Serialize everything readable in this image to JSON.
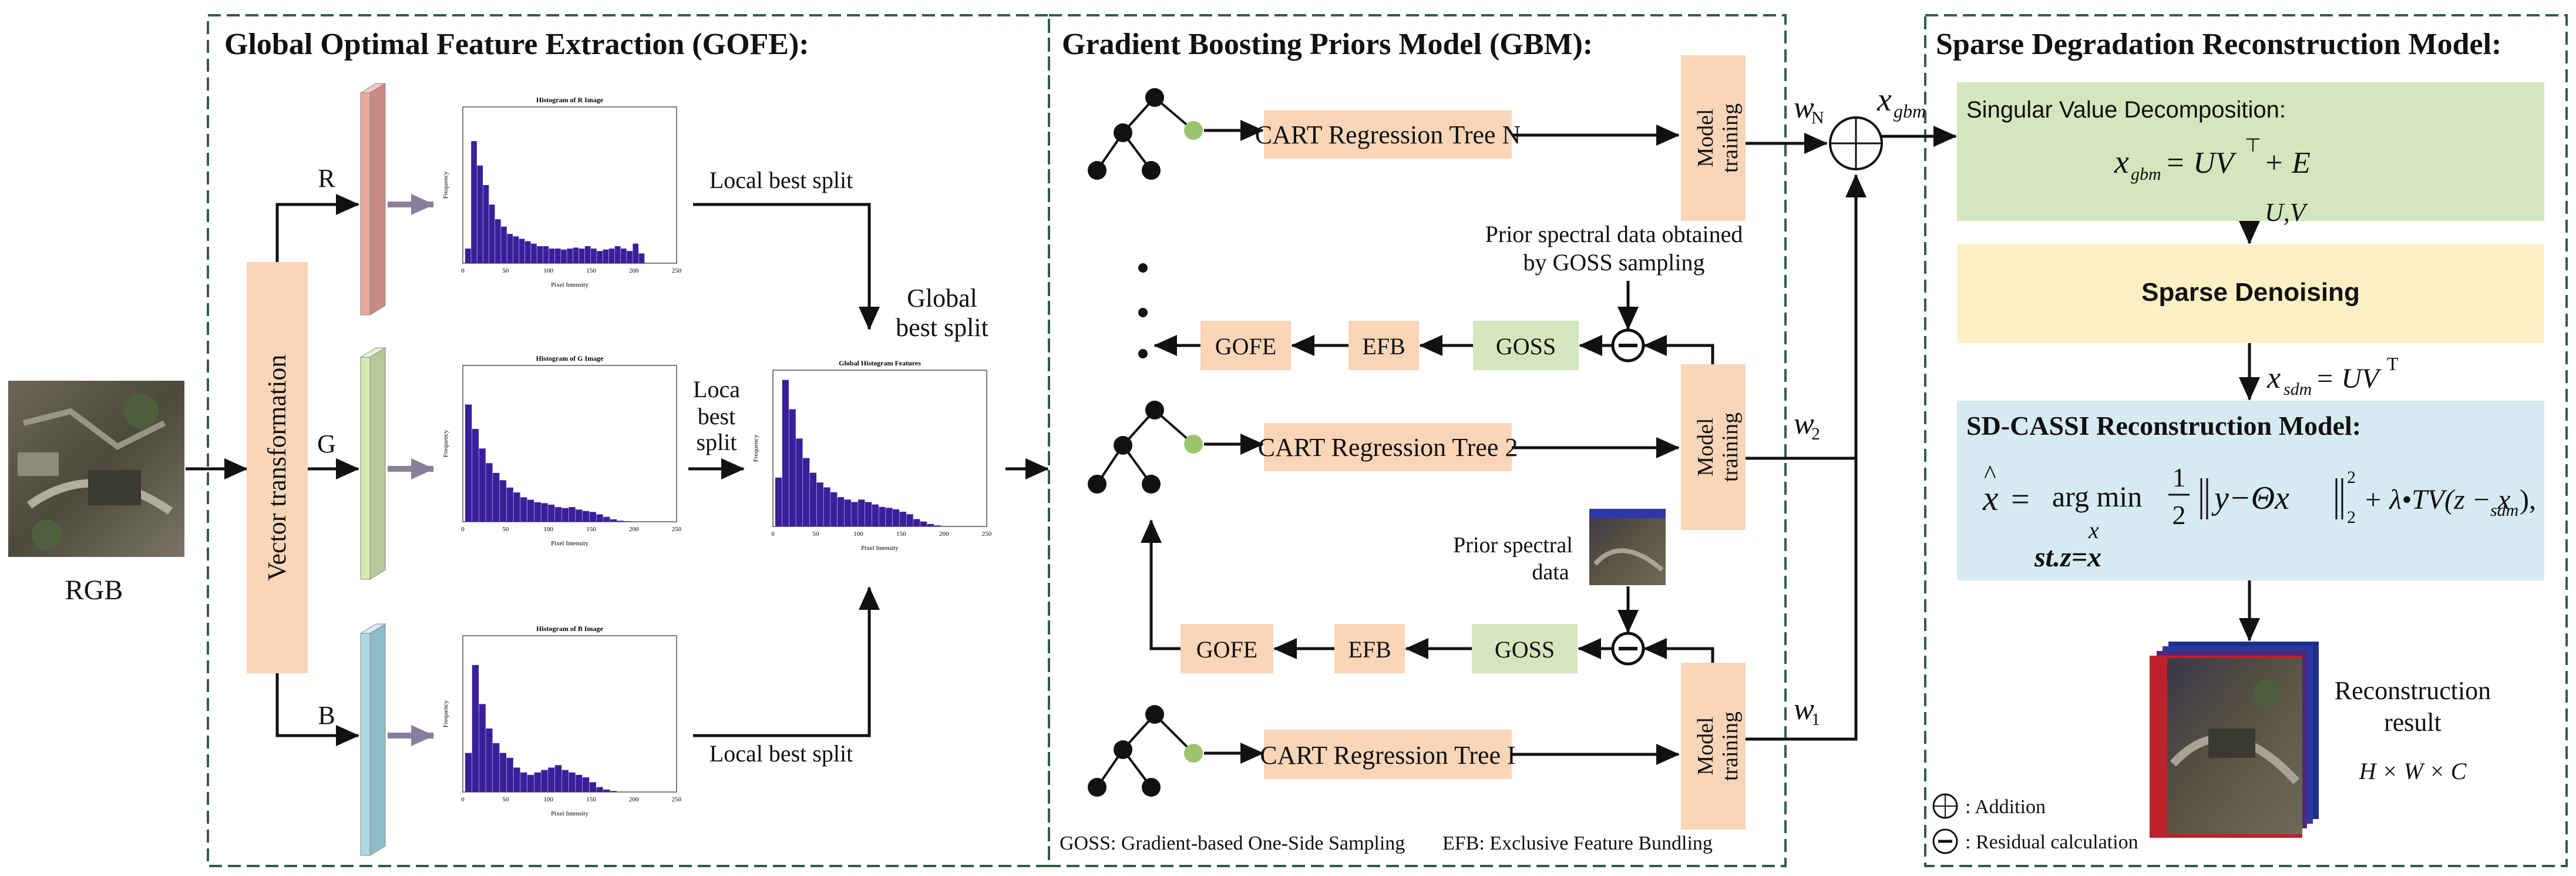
{
  "panels": {
    "gofe_title": "Global Optimal Feature Extraction (GOFE):",
    "gbm_title": "Gradient Boosting Priors Model (GBM):",
    "sdr_title": "Sparse Degradation Reconstruction Model:"
  },
  "gofe": {
    "input_label": "RGB",
    "vector_label": "Vector transformation",
    "channels": [
      "R",
      "G",
      "B"
    ],
    "local_split_top": "Local best split",
    "local_split_bottom": "Local best split",
    "loca_best_split": [
      "Loca",
      "best",
      "split"
    ],
    "global_best_split": [
      "Global",
      "best split"
    ],
    "hist_r": {
      "title": "Histogram of R Image",
      "ylabel": "Frequency",
      "xlabel": "Pixel Intensity",
      "ticks_x": [
        "0",
        "50",
        "100",
        "150",
        "200",
        "250"
      ],
      "values": [
        0.3,
        2.5,
        2.0,
        1.6,
        1.2,
        0.9,
        0.75,
        0.6,
        0.55,
        0.5,
        0.45,
        0.4,
        0.35,
        0.35,
        0.3,
        0.3,
        0.28,
        0.3,
        0.32,
        0.3,
        0.35,
        0.3,
        0.25,
        0.28,
        0.3,
        0.35,
        0.3,
        0.25,
        0.4,
        0.2
      ]
    },
    "hist_g": {
      "title": "Histogram of G Image",
      "ylabel": "Frequency",
      "xlabel": "Pixel Intensity",
      "ticks_x": [
        "0",
        "50",
        "100",
        "150",
        "200",
        "250"
      ],
      "values": [
        2.4,
        1.9,
        1.5,
        1.2,
        1.0,
        0.85,
        0.7,
        0.6,
        0.5,
        0.45,
        0.4,
        0.38,
        0.35,
        0.3,
        0.28,
        0.3,
        0.25,
        0.22,
        0.2,
        0.15,
        0.1,
        0.05,
        0.02,
        0.01,
        0,
        0
      ]
    },
    "hist_b": {
      "title": "Histogram of B Image",
      "ylabel": "Frequency",
      "xlabel": "Pixel Intensity",
      "ticks_x": [
        "0",
        "50",
        "100",
        "150",
        "200",
        "250"
      ],
      "values": [
        0.8,
        2.6,
        1.8,
        1.3,
        1.0,
        0.8,
        0.7,
        0.5,
        0.4,
        0.35,
        0.4,
        0.45,
        0.5,
        0.55,
        0.45,
        0.4,
        0.35,
        0.3,
        0.2,
        0.1,
        0.05,
        0.02,
        0,
        0,
        0,
        0
      ]
    },
    "hist_global": {
      "title": "Global Histogram Features",
      "ylabel": "Frequency",
      "xlabel": "Pixel Intensity",
      "ticks_x": [
        "0",
        "50",
        "100",
        "150",
        "200",
        "250"
      ],
      "values": [
        1.0,
        3.0,
        2.4,
        1.8,
        1.4,
        1.1,
        0.9,
        0.8,
        0.7,
        0.6,
        0.55,
        0.5,
        0.55,
        0.5,
        0.45,
        0.4,
        0.38,
        0.35,
        0.3,
        0.25,
        0.15,
        0.1,
        0.05,
        0.02,
        0,
        0
      ]
    }
  },
  "gbm": {
    "tree_n": "CART Regression Tree N",
    "tree_2": "CART Regression Tree 2",
    "tree_1": "CART Regression Tree I",
    "model_training": [
      "Model",
      "training"
    ],
    "prior_goss": [
      "Prior spectral data obtained",
      "by GOSS sampling"
    ],
    "prior_spectral": [
      "Prior spectral",
      "data"
    ],
    "gofe": "GOFE",
    "efb": "EFB",
    "goss": "GOSS",
    "w_n": "w",
    "w_n_sub": "N",
    "w_2": "w",
    "w_2_sub": "2",
    "w_1": "w",
    "w_1_sub": "1",
    "x_gbm": "x",
    "x_gbm_sub": "gbm",
    "legend_goss": "GOSS: Gradient-based One-Side Sampling",
    "legend_efb": "EFB: Exclusive Feature Bundling"
  },
  "sdr": {
    "svd_title": "Singular Value Decomposition:",
    "svd_eq_lhs": "x",
    "svd_eq_sub": "gbm",
    "svd_eq_rhs": " = UV",
    "svd_eq_tail": " + E",
    "svd_eq_sup": "⊤",
    "uv_label": "U,V",
    "sparse_title": "Sparse Denoising",
    "x_sdm": "x",
    "x_sdm_sub": "sdm",
    "x_sdm_rhs": " = UV",
    "x_sdm_sup": "T",
    "sdcassi_title": "SD-CASSI Reconstruction Model:",
    "eq_xhat": "x",
    "eq_eq": "=",
    "eq_argmin": "arg min",
    "eq_x": "x",
    "eq_half_num": "1",
    "eq_half_den": "2",
    "eq_body": "y−Θx",
    "eq_sq_sub": "2",
    "eq_sq_sup": "2",
    "eq_tv": "+ λ•TV(z − x",
    "eq_tv_sub": "sdm",
    "eq_tv_end": "),",
    "eq_st": "st.z=x",
    "recon_label": [
      "Reconstruction",
      "result"
    ],
    "recon_dims": "H × W × C",
    "legend_addition": ": Addition",
    "legend_residual": ": Residual calculation"
  },
  "colors": {
    "dashed_border": "#2e5e45",
    "peach": "#fad5b8",
    "green_box": "#d5e5bd",
    "yellow_box": "#fdf0c4",
    "blue_box": "#d6eaf2",
    "bar_fill": "#3a1f9c",
    "r_bar": "#e9a8a1",
    "g_bar": "#d6e8b4",
    "b_bar": "#aed8e3",
    "tree_leaf": "#9cc46e",
    "arrow": "#111111"
  }
}
